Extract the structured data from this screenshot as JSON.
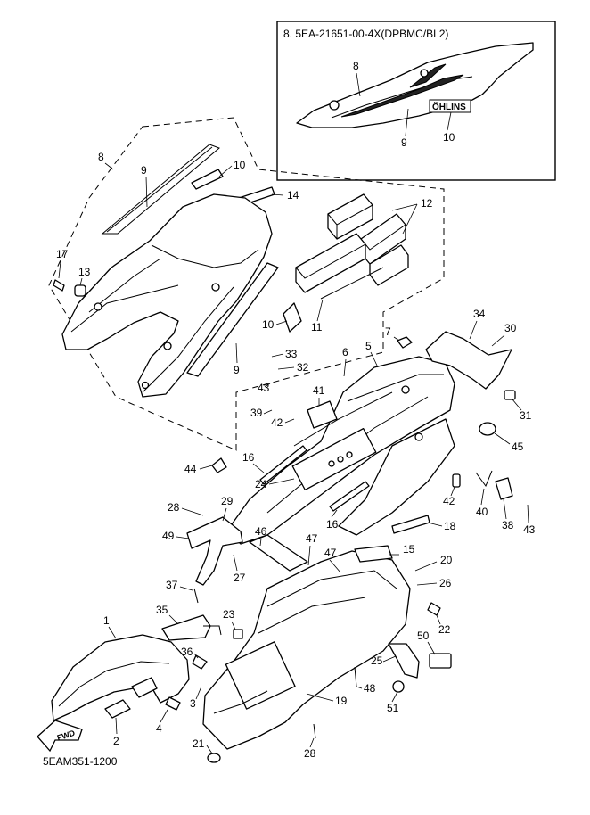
{
  "inset": {
    "title": "8. 5EA-21651-00-4X(DPBMC/BL2)",
    "labels": [
      "8",
      "9",
      "10"
    ],
    "badge": "ÖHLINS"
  },
  "callouts": [
    "8",
    "9",
    "10",
    "14",
    "12",
    "17",
    "13",
    "10",
    "11",
    "9",
    "7",
    "34",
    "30",
    "5",
    "33",
    "32",
    "6",
    "43",
    "41",
    "39",
    "42",
    "31",
    "45",
    "44",
    "16",
    "24",
    "42",
    "40",
    "38",
    "43",
    "28",
    "29",
    "16",
    "18",
    "49",
    "46",
    "47",
    "47",
    "15",
    "20",
    "26",
    "37",
    "27",
    "35",
    "23",
    "22",
    "1",
    "36",
    "50",
    "25",
    "48",
    "3",
    "19",
    "51",
    "2",
    "4",
    "21",
    "28"
  ],
  "fwd_label": "FWD",
  "diagram_code": "5EAM351-1200"
}
